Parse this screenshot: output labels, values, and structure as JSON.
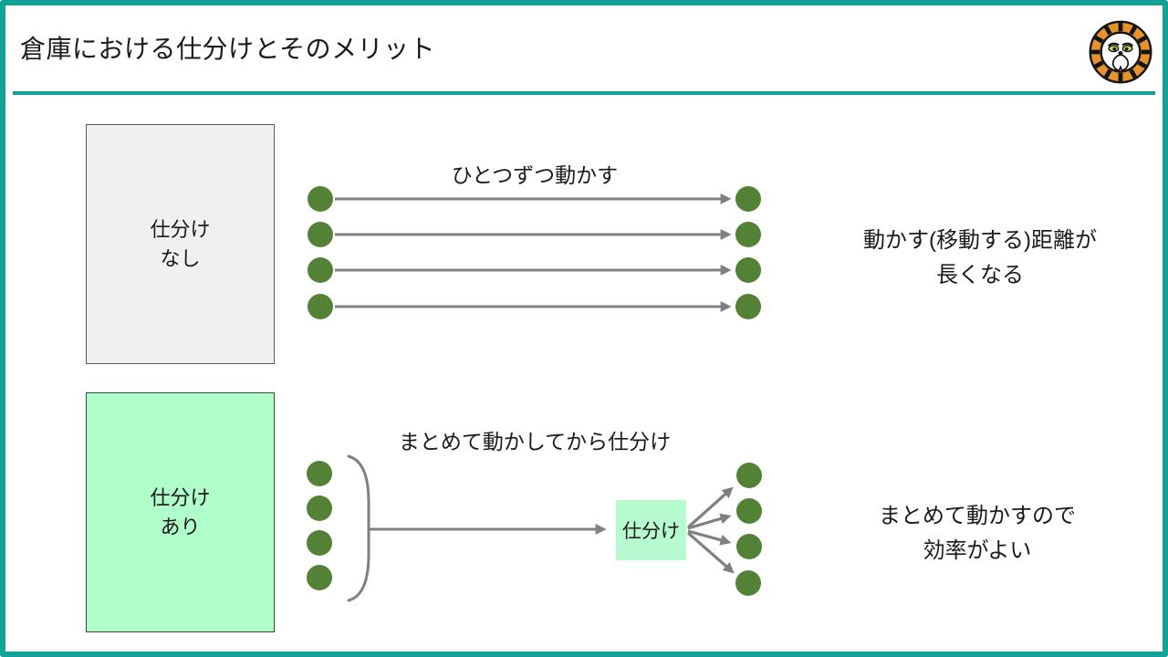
{
  "slide": {
    "title": "倉庫における仕分けとそのメリット"
  },
  "logo": {
    "icon": "tiger-face-logo",
    "ring_color": "#e8922e",
    "eye_color": "#c9d94e"
  },
  "colors": {
    "accent_teal": "#14a296",
    "dot_green": "#538135",
    "arrow_gray": "#808080",
    "gray_box_fill": "#f0f0ef",
    "mint_box_fill": "#b0fec9",
    "process_box_fill": "#b7fad0"
  },
  "section_no_sort": {
    "box_label_line1": "仕分け",
    "box_label_line2": "なし",
    "caption": "ひとつずつ動かす",
    "item_count": 4,
    "result_line1": "動かす(移動する)距離が",
    "result_line2": "長くなる"
  },
  "section_sort": {
    "box_label_line1": "仕分け",
    "box_label_line2": "あり",
    "caption": "まとめて動かしてから仕分け",
    "item_count": 4,
    "process_label": "仕分け",
    "result_line1": "まとめて動かすので",
    "result_line2": "効率がよい"
  }
}
